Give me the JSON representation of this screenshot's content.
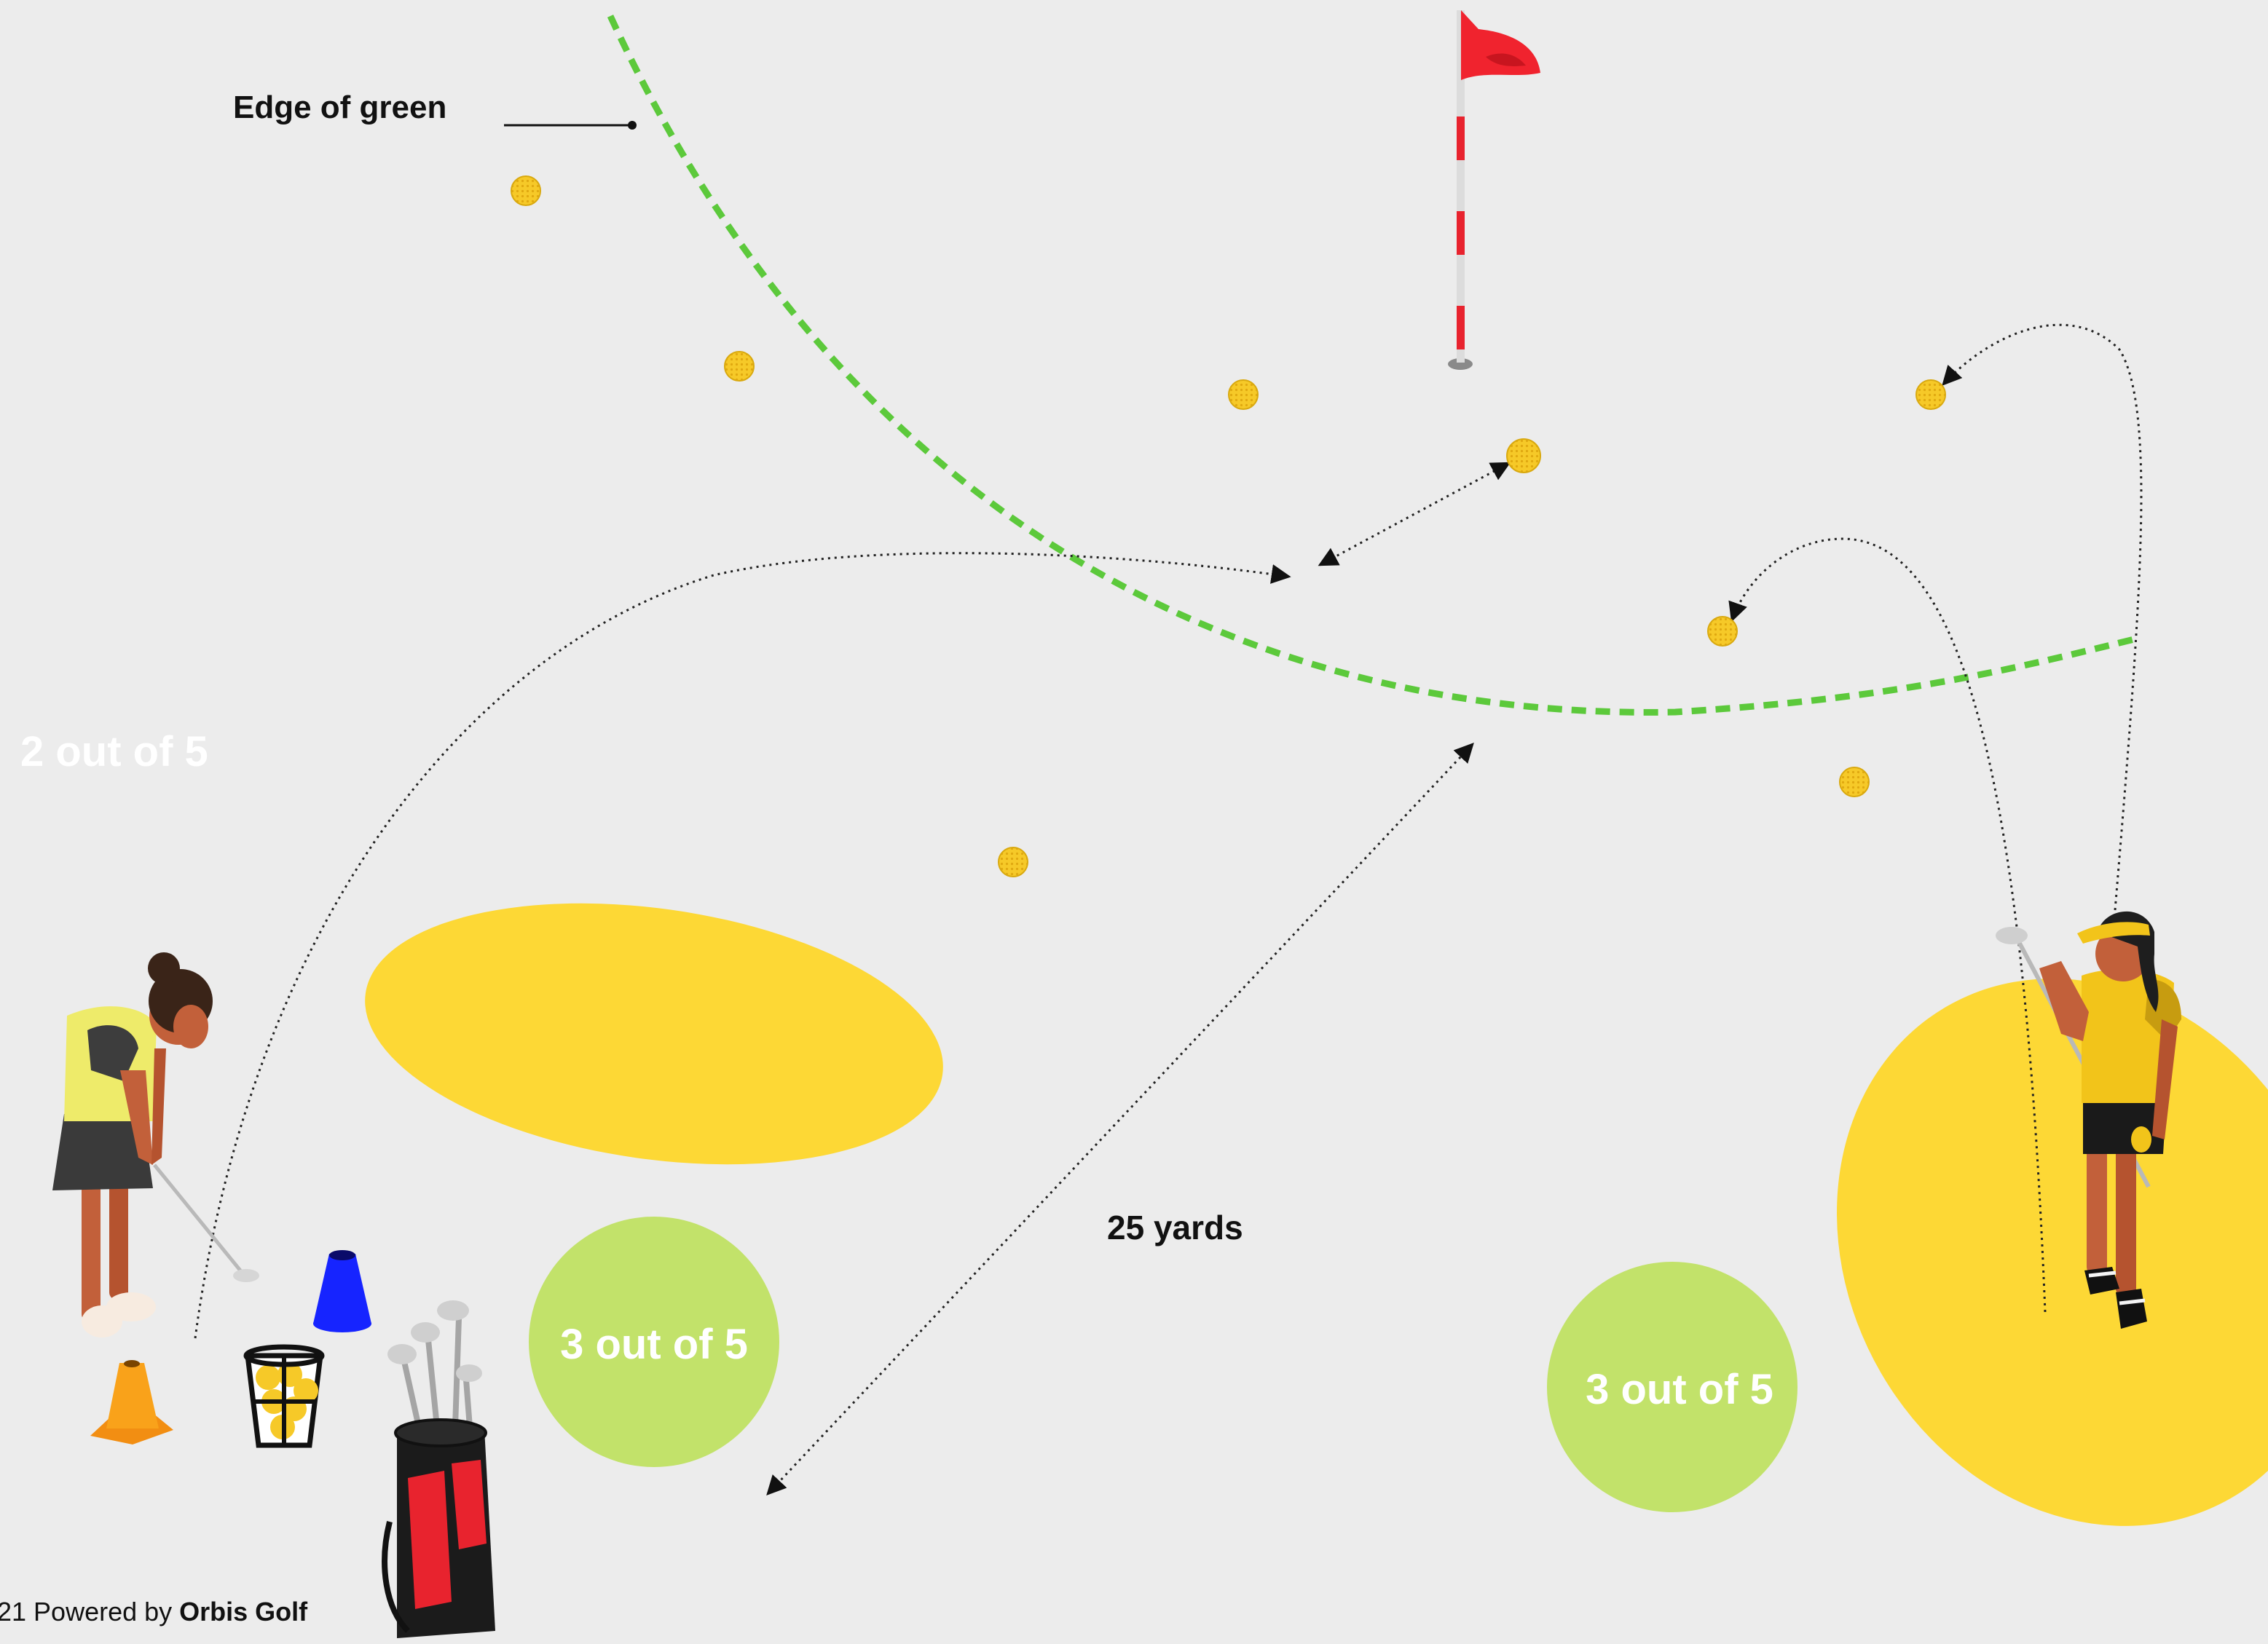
{
  "labels": {
    "edge_of_green": "Edge of green",
    "distance": "25 yards",
    "score_left": "2 out of 5",
    "score_middle": "3 out of 5",
    "score_right": "3 out of 5"
  },
  "footer": {
    "prefix": "21 Powered by ",
    "brand": "Orbis Golf"
  },
  "colors": {
    "background": "#ececec",
    "green_edge_line": "#5cc93b",
    "target_zone_yellow": "#fdd835",
    "score_circle_green": "#c2e26a",
    "ball_yellow": "#f6c928",
    "flag_red": "#f0232e",
    "cone_orange": "#f9a21a",
    "cone_blue": "#1624ff"
  },
  "icons": [
    "golfer-chipping-icon",
    "golfer-standing-icon",
    "flag-pin-icon",
    "golf-ball-icon",
    "orange-cone-icon",
    "blue-cone-icon",
    "ball-basket-icon",
    "golf-bag-icon"
  ]
}
